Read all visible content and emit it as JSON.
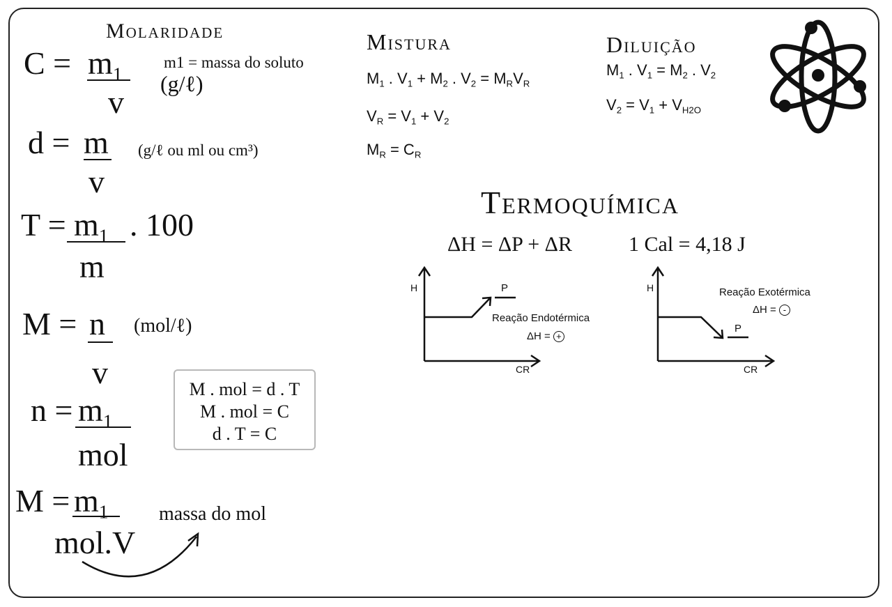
{
  "left": {
    "title": "Molaridade",
    "c_formula": {
      "lhs": "C =",
      "num": "m",
      "num_sub": "1",
      "den": "v",
      "note": "m1 = massa do soluto",
      "unit": "(g/ℓ)"
    },
    "d_formula": {
      "lhs": "d =",
      "num": "m",
      "den": "v",
      "unit": "(g/ℓ ou ml ou cm³)"
    },
    "t_formula": {
      "lhs": "T =",
      "num": "m",
      "num_sub": "1",
      "tail": ". 100",
      "den": "m"
    },
    "m_formula": {
      "lhs": "M =",
      "num": "n",
      "den": "v",
      "unit": "(mol/ℓ)"
    },
    "n_formula": {
      "lhs": "n =",
      "num": "m",
      "num_sub": "1",
      "den": "mol"
    },
    "m2_formula": {
      "lhs": "M =",
      "num": "m",
      "num_sub": "1",
      "den": "mol.V",
      "note": "massa do mol"
    },
    "box": [
      "M . mol = d . T",
      "M . mol = C",
      "d . T = C"
    ]
  },
  "mistura": {
    "title": "Mistura",
    "eq1": [
      "M",
      "1",
      " . V",
      "1",
      " + M",
      "2",
      " . V",
      "2",
      " = M",
      "R",
      "V",
      "R"
    ],
    "eq2": [
      "V",
      "R",
      " = V",
      "1",
      " + V",
      "2"
    ],
    "eq3": [
      "M",
      "R",
      " = C",
      "R"
    ]
  },
  "diluicao": {
    "title": "Diluição",
    "eq1": [
      "M",
      "1",
      " . V",
      "1",
      " = M",
      "2",
      " . V",
      "2"
    ],
    "eq2": [
      "V",
      "2",
      " = V",
      "1",
      " +  V",
      "H2O"
    ]
  },
  "termo": {
    "title": "Termoquímica",
    "eq_delta": "ΔH = ΔP + ΔR",
    "eq_cal": "1 Cal = 4,18 J",
    "endo": {
      "y_label": "H",
      "x_label": "CR",
      "p_label": "P",
      "name": "Reação Endotérmica",
      "dh": "ΔH =",
      "sign": "+"
    },
    "exo": {
      "y_label": "H",
      "x_label": "CR",
      "p_label": "P",
      "name": "Reação Exotérmica",
      "dh": "ΔH =",
      "sign": "-"
    }
  },
  "icons": [
    "atom-icon"
  ]
}
